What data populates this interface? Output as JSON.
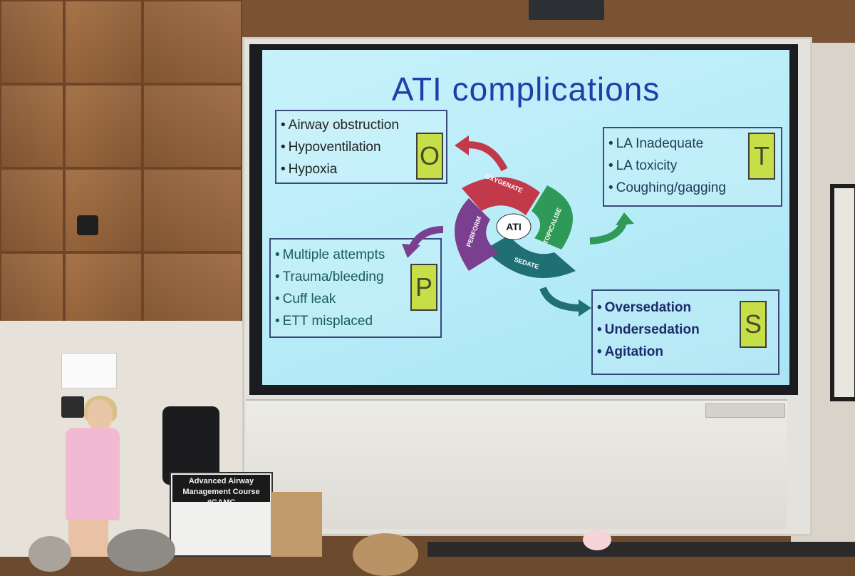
{
  "slide": {
    "title": "ATI  complications",
    "boxes": {
      "O": {
        "letter": "O",
        "items": [
          "Airway obstruction",
          "Hypoventilation",
          "Hypoxia"
        ]
      },
      "T": {
        "letter": "T",
        "items": [
          "LA Inadequate",
          "LA toxicity",
          "Coughing/gagging"
        ]
      },
      "P": {
        "letter": "P",
        "items": [
          "Multiple attempts",
          "Trauma/bleeding",
          "Cuff leak",
          "ETT misplaced"
        ]
      },
      "S": {
        "letter": "S",
        "items": [
          "Oversedation",
          "Undersedation",
          "Agitation"
        ]
      }
    },
    "cycle": {
      "center": "ATI",
      "segments": [
        "OXYGENATE",
        "TOPICALISE",
        "SEDATE",
        "PERFORM"
      ]
    }
  },
  "lectern": {
    "line1": "Advanced Airway",
    "line2": "Management Course #GAMC"
  },
  "colors": {
    "slide_bg": "#b7ecf8",
    "title": "#1f3fa8",
    "letter_bg": "#c6df48",
    "oxygenate": "#c2394a",
    "topicalise": "#2f9a58",
    "sedate": "#1f6f73",
    "perform": "#7a3f8e"
  }
}
